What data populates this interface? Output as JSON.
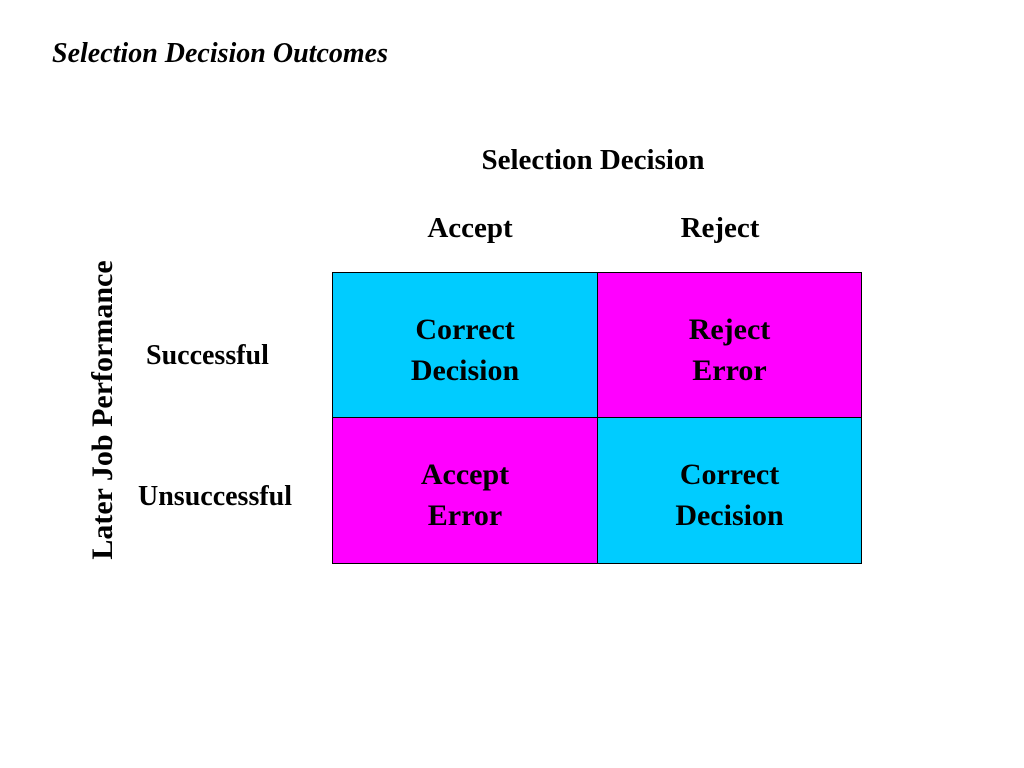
{
  "title": "Selection Decision Outcomes",
  "column_axis": "Selection Decision",
  "row_axis": "Later Job Performance",
  "columns": [
    "Accept",
    "Reject"
  ],
  "rows": [
    "Successful",
    "Unsuccessful"
  ],
  "cells": [
    [
      {
        "line1": "Correct",
        "line2": "Decision",
        "color": "#00CCFF"
      },
      {
        "line1": "Reject",
        "line2": "Error",
        "color": "#FF00FF"
      }
    ],
    [
      {
        "line1": "Accept",
        "line2": "Error",
        "color": "#FF00FF"
      },
      {
        "line1": "Correct",
        "line2": "Decision",
        "color": "#00CCFF"
      }
    ]
  ]
}
